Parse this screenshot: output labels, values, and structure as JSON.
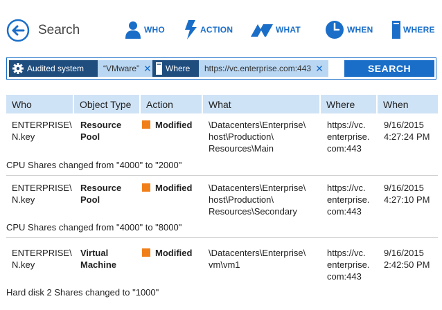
{
  "header": {
    "title": "Search",
    "nav": [
      {
        "label": "WHO",
        "icon": "person-icon"
      },
      {
        "label": "ACTION",
        "icon": "lightning-icon"
      },
      {
        "label": "WHAT",
        "icon": "shapes-icon"
      },
      {
        "label": "WHEN",
        "icon": "clock-icon"
      },
      {
        "label": "WHERE",
        "icon": "server-icon"
      }
    ]
  },
  "filters": [
    {
      "key": "Audited system",
      "value": "“VMware”",
      "icon": "gear-icon"
    },
    {
      "key": "Where",
      "value": "https://vc.enterprise.com:443",
      "icon": "server-icon"
    }
  ],
  "search_button": "SEARCH",
  "colors": {
    "accent": "#1a6ec8",
    "chip_dark": "#1f4d7e",
    "chip_light": "#b9d6f2",
    "header_row": "#cfe3f6",
    "modified": "#f07f1a"
  },
  "table": {
    "columns": [
      "Who",
      "Object Type",
      "Action",
      "What",
      "Where",
      "When"
    ],
    "rows": [
      {
        "who": [
          "ENTERPRISE\\",
          "N.key"
        ],
        "object_type": [
          "Resource",
          "Pool"
        ],
        "action": "Modified",
        "what": [
          "\\Datacenters\\Enterprise\\",
          "host\\Production\\",
          "Resources\\Main"
        ],
        "where": [
          "https://vc.",
          "enterprise.",
          "com:443"
        ],
        "when": [
          "9/16/2015",
          "4:27:24 PM"
        ],
        "detail": "CPU Shares changed from \"4000\" to \"2000\""
      },
      {
        "who": [
          "ENTERPRISE\\",
          "N.key"
        ],
        "object_type": [
          "Resource",
          "Pool"
        ],
        "action": "Modified",
        "what": [
          "\\Datacenters\\Enterprise\\",
          "host\\Production\\",
          "Resources\\Secondary"
        ],
        "where": [
          "https://vc.",
          "enterprise.",
          "com:443"
        ],
        "when": [
          "9/16/2015",
          "4:27:10 PM"
        ],
        "detail": "CPU Shares changed from \"4000\" to \"8000\""
      },
      {
        "who": [
          "ENTERPRISE\\",
          "N.key"
        ],
        "object_type": [
          "Virtual",
          "Machine"
        ],
        "action": "Modified",
        "what": [
          "\\Datacenters\\Enterprise\\",
          "vm\\vm1"
        ],
        "where": [
          "https://vc.",
          "enterprise.",
          "com:443"
        ],
        "when": [
          "9/16/2015",
          "2:42:50 PM"
        ],
        "detail": "Hard disk 2 Shares changed to \"1000\""
      }
    ]
  }
}
